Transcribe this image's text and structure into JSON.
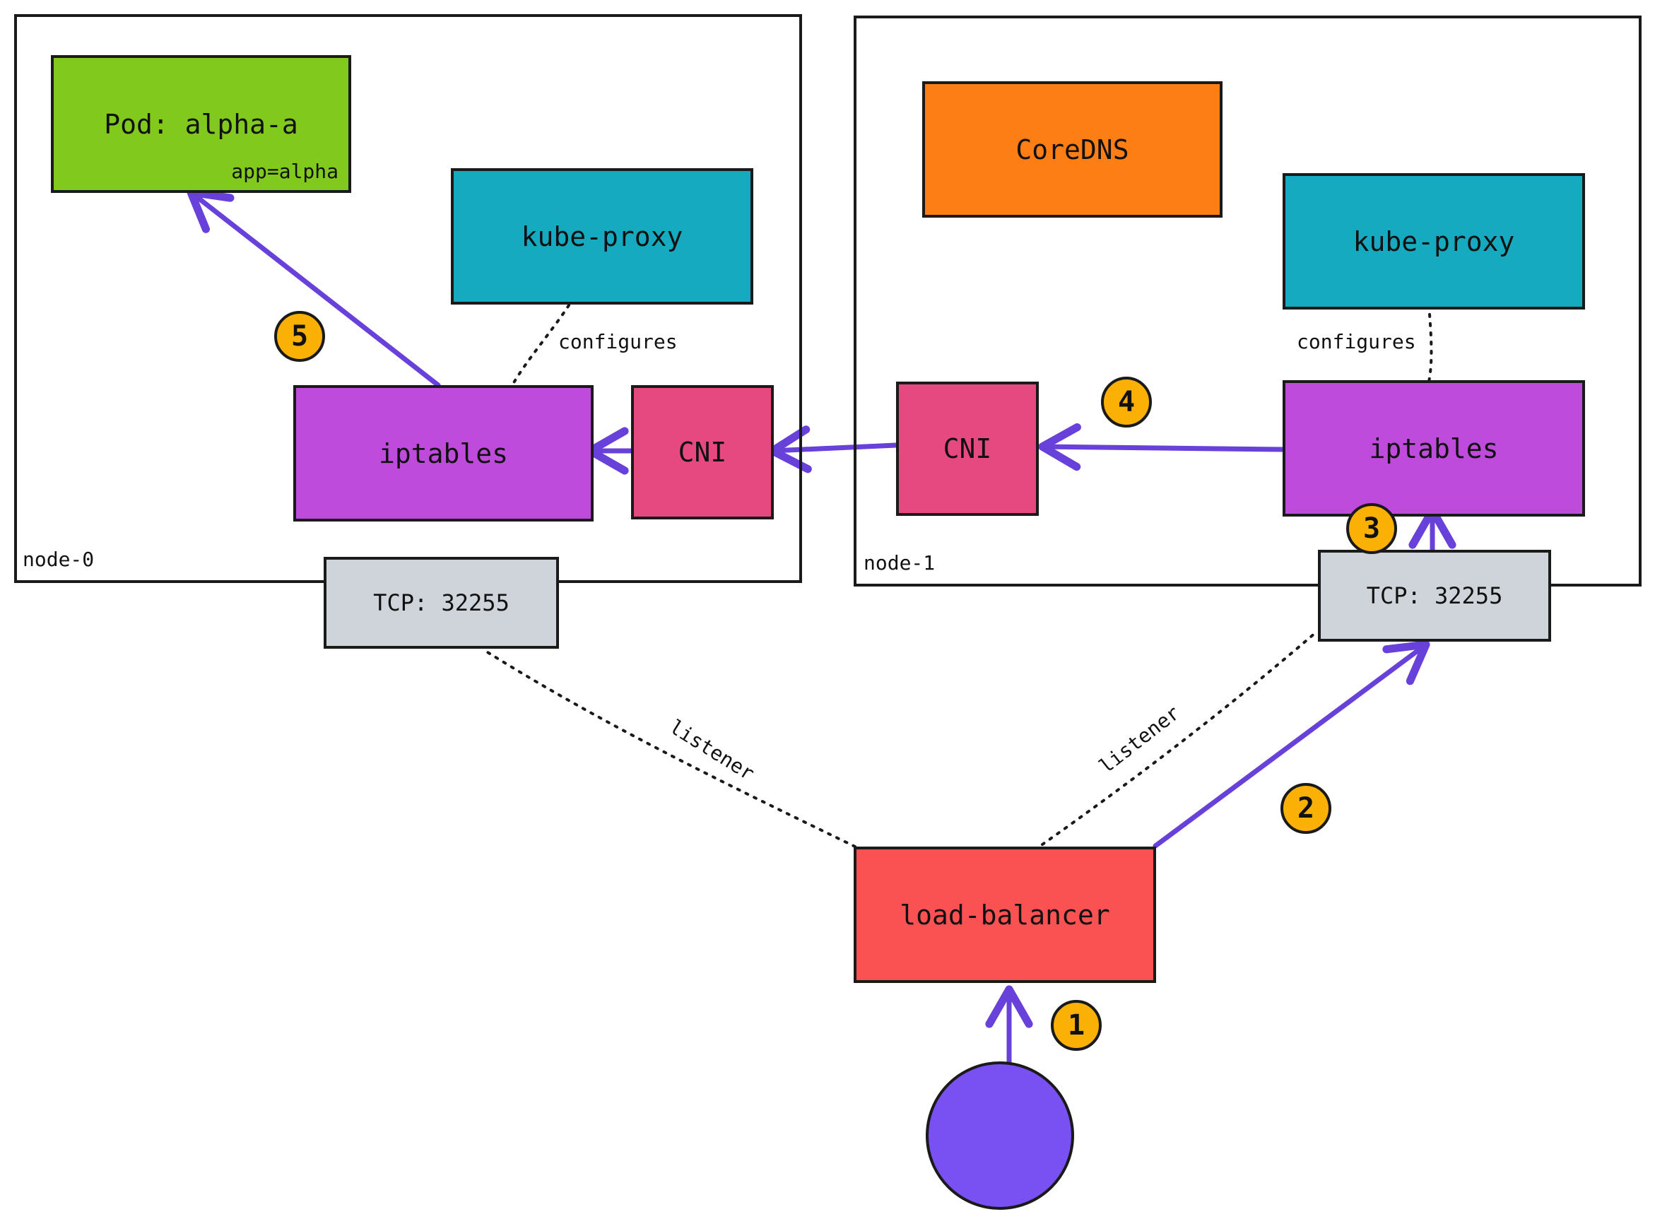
{
  "node0": {
    "label": "node-0",
    "pod": {
      "title": "Pod: alpha-a",
      "selector": "app=alpha"
    },
    "kube_proxy": "kube-proxy",
    "iptables": "iptables",
    "cni": "CNI",
    "tcp": "TCP: 32255",
    "configures_label": "configures"
  },
  "node1": {
    "label": "node-1",
    "coredns": "CoreDNS",
    "kube_proxy": "kube-proxy",
    "iptables": "iptables",
    "cni": "CNI",
    "tcp": "TCP: 32255",
    "configures_label": "configures"
  },
  "load_balancer": "load-balancer",
  "listener_labels": [
    "listener",
    "listener"
  ],
  "steps": [
    "1",
    "2",
    "3",
    "4",
    "5"
  ],
  "colors": {
    "pod": "#82c91e",
    "kube_proxy": "#15aabf",
    "iptables": "#be4bdb",
    "cni": "#e64980",
    "coredns": "#fd7e14",
    "tcp": "#ced4da",
    "load_balancer": "#fa5252",
    "badge": "#fab005",
    "arrow": "#6741d9",
    "client": "#7950f2"
  }
}
